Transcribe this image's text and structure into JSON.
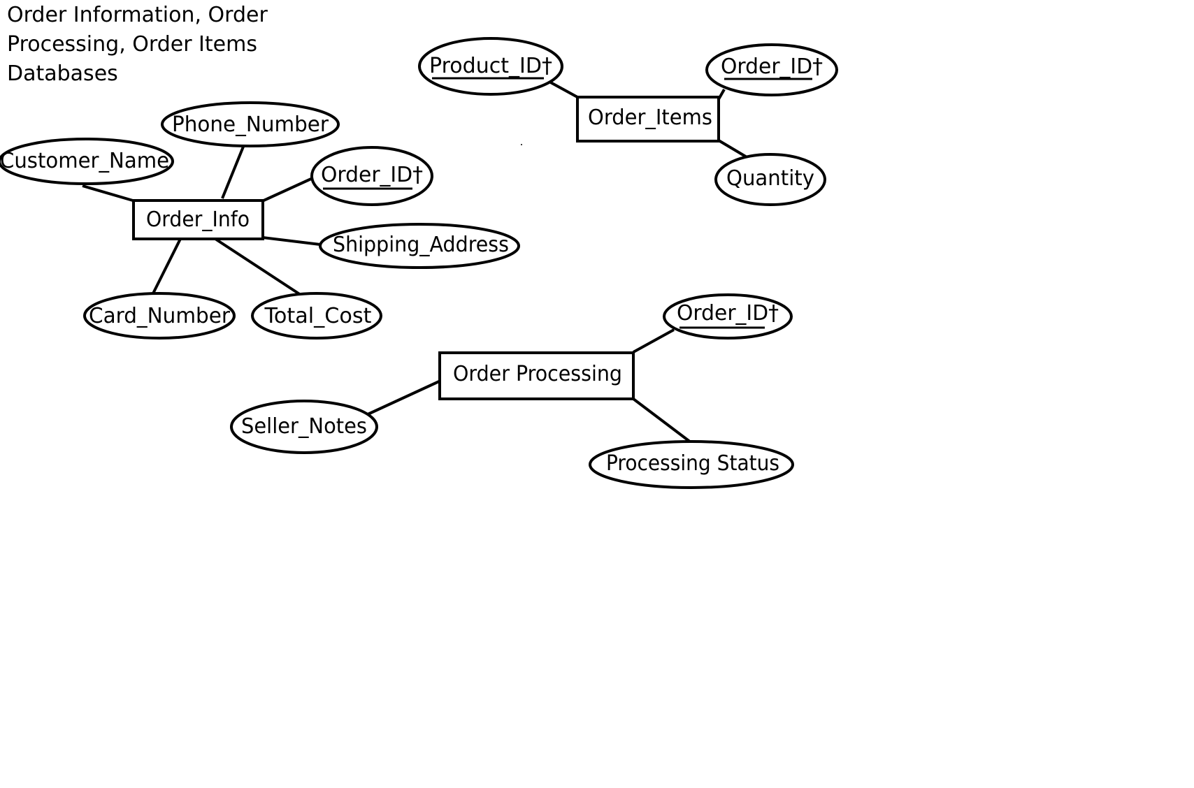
{
  "title": {
    "lines": [
      "Order Information, Order",
      "Processing, Order Items",
      "Databases"
    ]
  },
  "entities": {
    "order_info": {
      "label": "Order_Info",
      "attributes": {
        "phone_number": "Phone_Number",
        "customer_name": "Customer_Name",
        "order_id": "Order_ID†",
        "shipping_address": "Shipping_Address",
        "card_number": "Card_Number",
        "total_cost": "Total_Cost"
      }
    },
    "order_items": {
      "label": "Order_Items",
      "attributes": {
        "product_id": "Product_ID†",
        "order_id": "Order_ID†",
        "quantity": "Quantity"
      }
    },
    "order_processing": {
      "label": "Order Processing",
      "attributes": {
        "order_id": "Order_ID†",
        "seller_notes": "Seller_Notes",
        "processing_status": "Processing Status"
      }
    }
  }
}
